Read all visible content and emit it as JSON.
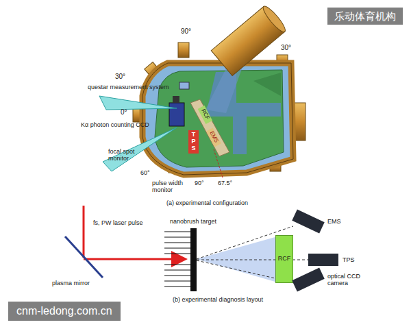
{
  "diagram": {
    "nodes": [
      {
        "text": [
          "RCF"
        ]
      },
      {
        "text": [
          "TPS"
        ]
      },
      {
        "text": [
          "EMS"
        ]
      },
      {
        "text": [
          "EMS"
        ]
      },
      {
        "text": [
          "RCF"
        ]
      },
      {
        "text": [
          "TPS"
        ]
      },
      {
        "text": [
          "optical CCD camera"
        ]
      }
    ],
    "labels": [
      "90°",
      "30°",
      "30°",
      "questar measurement system",
      "0°",
      "Kα photon counting CCD",
      "focal spot monitor",
      "60°",
      "pulse width monitor",
      "90°",
      "67.5°",
      "(a) experimental configuration",
      "fs, PW laser pulse",
      "nanobrush target",
      "plasma mirror",
      "(b) experimental diagnosis layout",
      "乐动体育机构",
      "cnm-ledong.com.cn"
    ]
  }
}
